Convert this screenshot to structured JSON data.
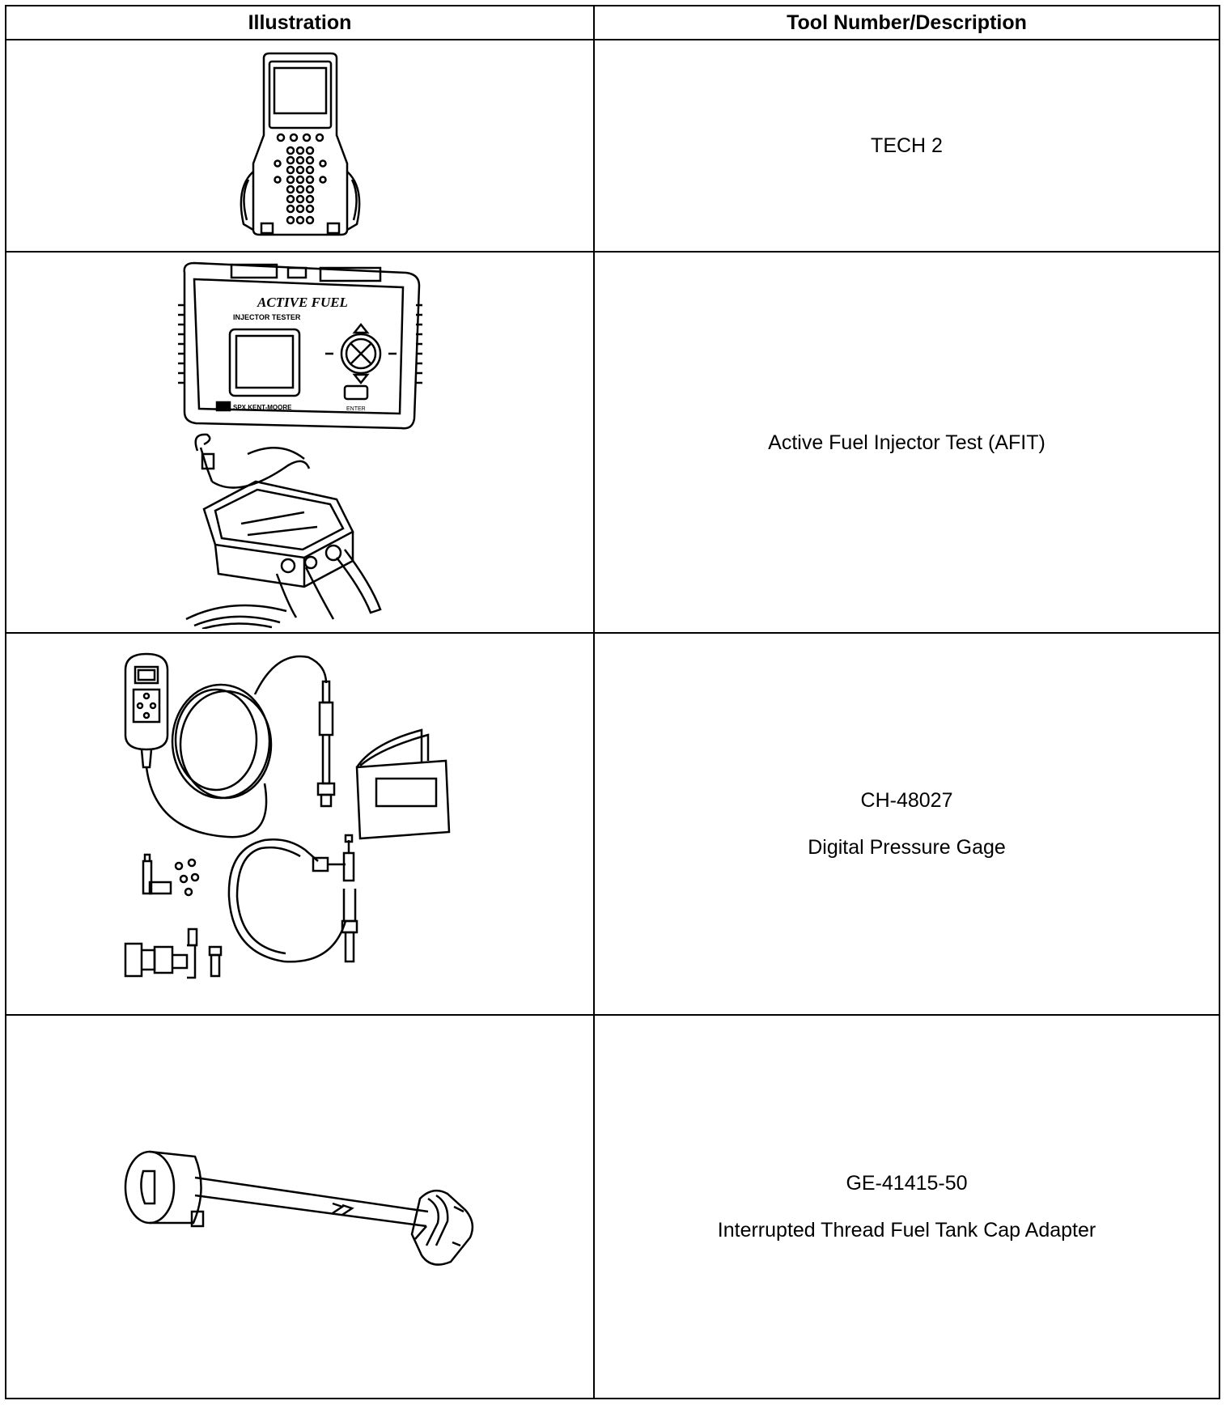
{
  "header": {
    "illustration": "Illustration",
    "description": "Tool Number/Description"
  },
  "rows": [
    {
      "icon": "tech2-scan-tool-icon",
      "lines": [
        "TECH 2"
      ]
    },
    {
      "icon": "active-fuel-injector-tester-icon",
      "lines": [
        "Active Fuel Injector Test (AFIT)"
      ],
      "illustration_text": {
        "brand_line1": "ACTIVE FUEL",
        "brand_line2": "INJECTOR TESTER",
        "maker": "SPX KENT-MOORE",
        "button": "ENTER"
      }
    },
    {
      "icon": "digital-pressure-gage-kit-icon",
      "lines": [
        "CH-48027",
        "Digital Pressure Gage"
      ]
    },
    {
      "icon": "fuel-tank-cap-adapter-icon",
      "lines": [
        "GE-41415-50",
        "Interrupted Thread Fuel Tank Cap Adapter"
      ]
    }
  ]
}
